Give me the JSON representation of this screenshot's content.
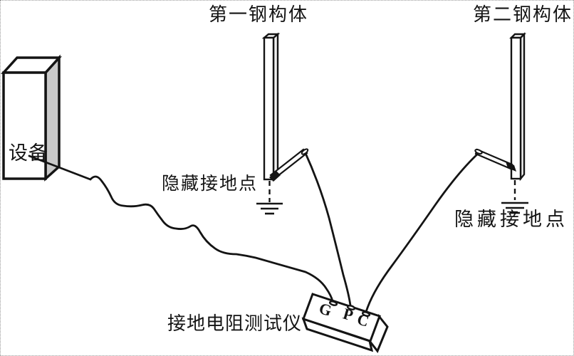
{
  "figure": {
    "labels": {
      "device": "设备",
      "steel1": "第一钢构体",
      "steel2": "第二钢构体",
      "hidden_ground_1": "隐藏接地点",
      "hidden_ground_2": "隐藏接地点",
      "tester": "接地电阻测试仪"
    },
    "terminals": {
      "g": "G",
      "p": "P",
      "c": "C"
    },
    "colors": {
      "line": "#141414",
      "device_side_fill": "#c9c9c9",
      "bar_side_fill": "#f0f0f0",
      "background": "#ffffff"
    }
  }
}
